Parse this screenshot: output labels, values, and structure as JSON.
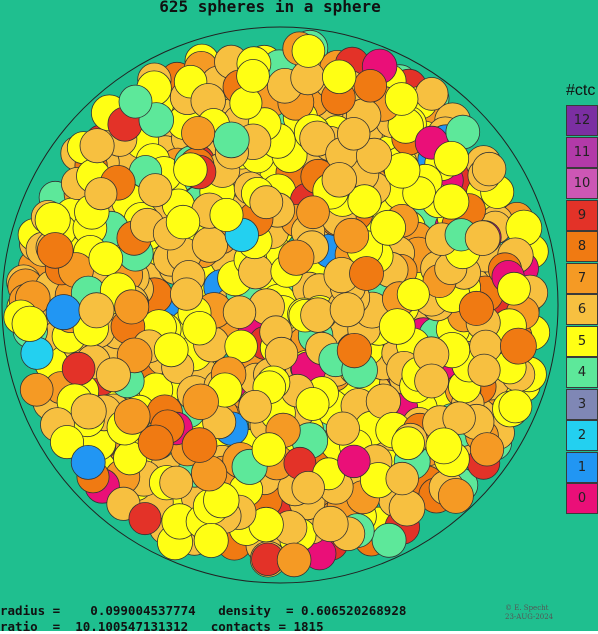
{
  "title": "625 spheres in a sphere",
  "legend": {
    "title": "#ctc",
    "items": [
      {
        "label": "12",
        "color": "#7b2fa2"
      },
      {
        "label": "11",
        "color": "#b23aa8"
      },
      {
        "label": "10",
        "color": "#cc57b4"
      },
      {
        "label": "9",
        "color": "#e33228"
      },
      {
        "label": "8",
        "color": "#f07a12"
      },
      {
        "label": "7",
        "color": "#f59a24"
      },
      {
        "label": "6",
        "color": "#f7c040"
      },
      {
        "label": "5",
        "color": "#ffff14"
      },
      {
        "label": "4",
        "color": "#5de89a"
      },
      {
        "label": "3",
        "color": "#7f87b5"
      },
      {
        "label": "2",
        "color": "#23d0f0"
      },
      {
        "label": "1",
        "color": "#2196f3"
      },
      {
        "label": "0",
        "color": "#ea0f78"
      }
    ]
  },
  "stats": {
    "line1": "radius =    0.099004537774   density  = 0.606520268928",
    "line2": "ratio  =  10.100547131312   contacts = 1815"
  },
  "credit": {
    "line1": "© E. Specht",
    "line2": "23-AUG-2024"
  },
  "colors": {
    "background": "#1fbf8f",
    "container_stroke": "#222222",
    "sphere_stroke": "#333333"
  },
  "scene": {
    "visible_sphere_mix": [
      {
        "contacts": "5",
        "weight": 30
      },
      {
        "contacts": "6",
        "weight": 34
      },
      {
        "contacts": "7",
        "weight": 13
      },
      {
        "contacts": "4",
        "weight": 9
      },
      {
        "contacts": "8",
        "weight": 7
      },
      {
        "contacts": "9",
        "weight": 3
      },
      {
        "contacts": "0",
        "weight": 2
      },
      {
        "contacts": "2",
        "weight": 1
      },
      {
        "contacts": "1",
        "weight": 1
      }
    ]
  }
}
